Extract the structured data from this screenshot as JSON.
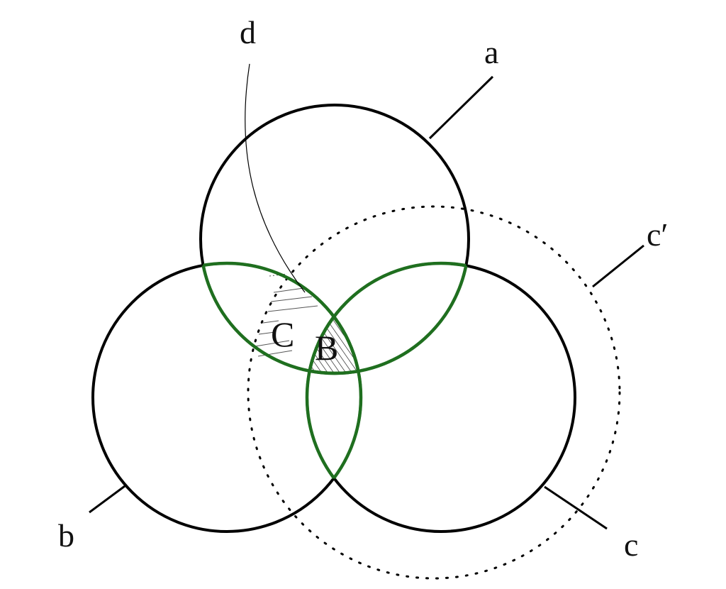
{
  "labels": {
    "a": "a",
    "b": "b",
    "c": "c",
    "c_prime": "c′",
    "d": "d",
    "region_b": "B",
    "region_c": "C"
  },
  "colors": {
    "circle_stroke": "#000000",
    "lens_stroke": "#1f6f1f",
    "background": "#ffffff"
  }
}
